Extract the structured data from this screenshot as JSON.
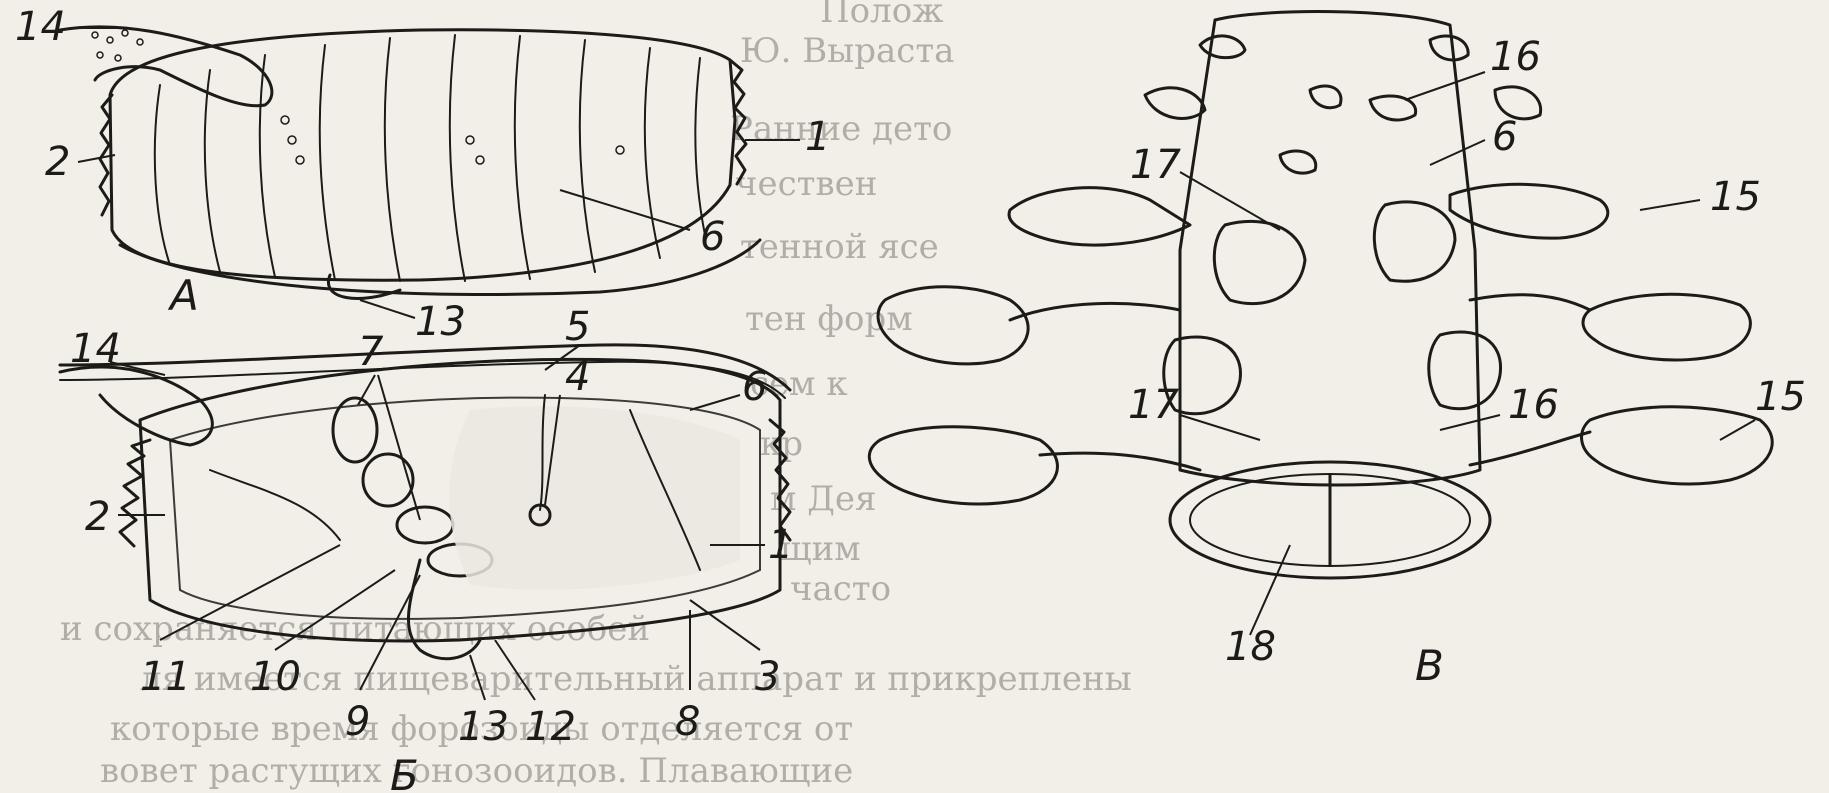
{
  "figure": {
    "panel_a": {
      "letter": "А",
      "labels": {
        "l14": "14",
        "l2": "2",
        "l1": "1",
        "l6": "6",
        "l13": "13"
      }
    },
    "panel_b": {
      "letter": "Б",
      "labels": {
        "l14": "14",
        "l7": "7",
        "l5": "5",
        "l4": "4",
        "l6": "6",
        "l2": "2",
        "l1": "1",
        "l11": "11",
        "l10": "10",
        "l9": "9",
        "l13": "13",
        "l12": "12",
        "l8": "8",
        "l3": "3"
      }
    },
    "panel_c": {
      "letter": "В",
      "labels": {
        "l16a": "16",
        "l6": "6",
        "l17a": "17",
        "l15a": "15",
        "l15b": "15",
        "l17b": "17",
        "l16b": "16",
        "l18": "18"
      }
    },
    "background_text": [
      "Полож",
      "Ю. Выраста",
      "Ранние дето",
      "чествен",
      "тенной ясе",
      "тен форм",
      "сем к",
      "кр",
      "м Дея",
      "щим",
      "часто",
      "и сохраняется питающих особей",
      "ля имеется пищеварительный аппарат и прикреплены",
      "которые время форозоиды отделяется от",
      "вовет растущих гонозооидов. Плавающие"
    ]
  }
}
